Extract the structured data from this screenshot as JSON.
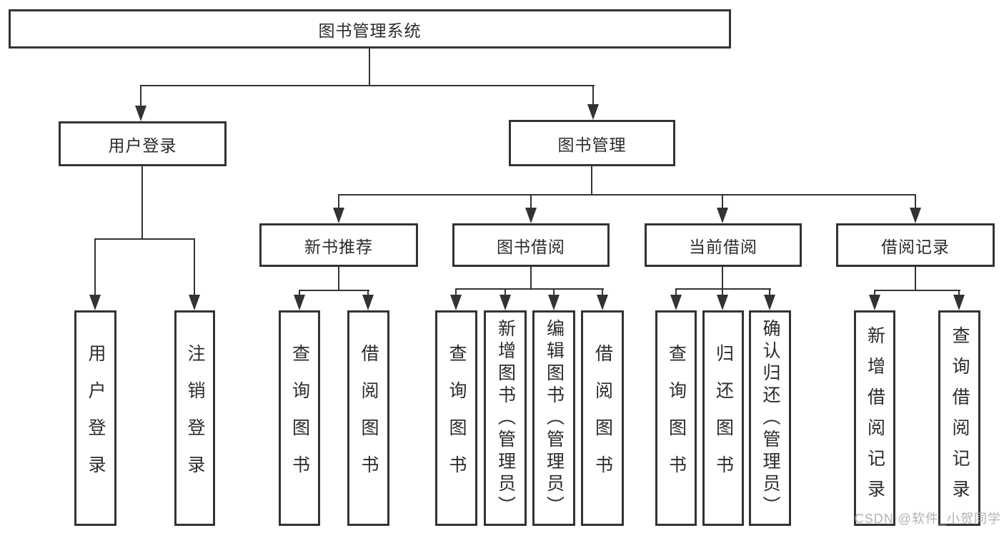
{
  "root": {
    "label": "图书管理系统"
  },
  "userLogin": {
    "label": "用户登录",
    "children": [
      {
        "label": "用户登录"
      },
      {
        "label": "注销登录"
      }
    ]
  },
  "bookMgmt": {
    "label": "图书管理",
    "groups": [
      {
        "label": "新书推荐",
        "children": [
          {
            "label": "查询图书"
          },
          {
            "label": "借阅图书"
          }
        ]
      },
      {
        "label": "图书借阅",
        "children": [
          {
            "label": "查询图书"
          },
          {
            "label": "新增图书（管理员）"
          },
          {
            "label": "编辑图书（管理员）"
          },
          {
            "label": "借阅图书"
          }
        ]
      },
      {
        "label": "当前借阅",
        "children": [
          {
            "label": "查询图书"
          },
          {
            "label": "归还图书"
          },
          {
            "label": "确认归还（管理员）"
          }
        ]
      },
      {
        "label": "借阅记录",
        "children": [
          {
            "label": "新增借阅记录"
          },
          {
            "label": "查询借阅记录"
          }
        ]
      }
    ]
  },
  "watermark": {
    "text": "CSDN @软件_小贺同学"
  },
  "colors": {
    "line": "#333333",
    "text": "#2b2b2b",
    "watermark": "#a9a9af",
    "background": "#ffffff"
  }
}
